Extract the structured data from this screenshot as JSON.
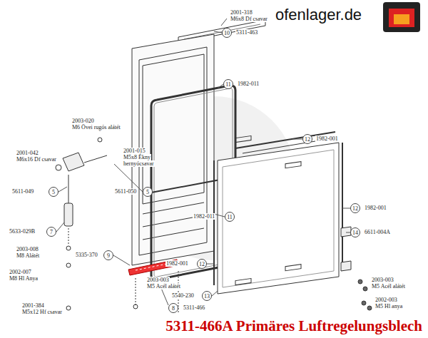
{
  "diagram": {
    "caption": "5311-466A Primäres Luftregelungsblech",
    "nodes": [
      {
        "text": [
          "10"
        ]
      },
      {
        "text": [
          "11"
        ]
      },
      {
        "text": [
          "12"
        ]
      },
      {
        "text": [
          "5"
        ]
      },
      {
        "text": [
          "5"
        ]
      },
      {
        "text": [
          "12"
        ]
      },
      {
        "text": [
          "11"
        ]
      },
      {
        "text": [
          "7"
        ]
      },
      {
        "text": [
          "14"
        ]
      },
      {
        "text": [
          "9"
        ]
      },
      {
        "text": [
          "12"
        ]
      },
      {
        "text": [
          "13"
        ]
      },
      {
        "text": [
          "8"
        ]
      }
    ],
    "edges": [],
    "labels": [
      "ofenlager.de",
      "2001-318",
      "M6x8 Df csavar",
      "5311-463",
      "1982-011",
      "2003-020",
      "M6 Övei rugós alátét",
      "1982-001",
      "2001-015",
      "M5x8 Ékny",
      "hernyócsavar",
      "2001-042",
      "M6x16 Df csavar",
      "5611-049",
      "5611-050",
      "1982-001",
      "1982-011",
      "5633-029B",
      "6611-004A",
      "2003-008",
      "M8 Alátét",
      "5335-370",
      "1982-001",
      "2002-007",
      "M8 Hl Anya",
      "2003-003",
      "M5 Acél alátét",
      "2003-003",
      "M5 Acél alátét",
      "5540-230",
      "2002-003",
      "M5 Hl anya",
      "2001-384",
      "M5x12 Hf csavar",
      "5311-466"
    ]
  }
}
